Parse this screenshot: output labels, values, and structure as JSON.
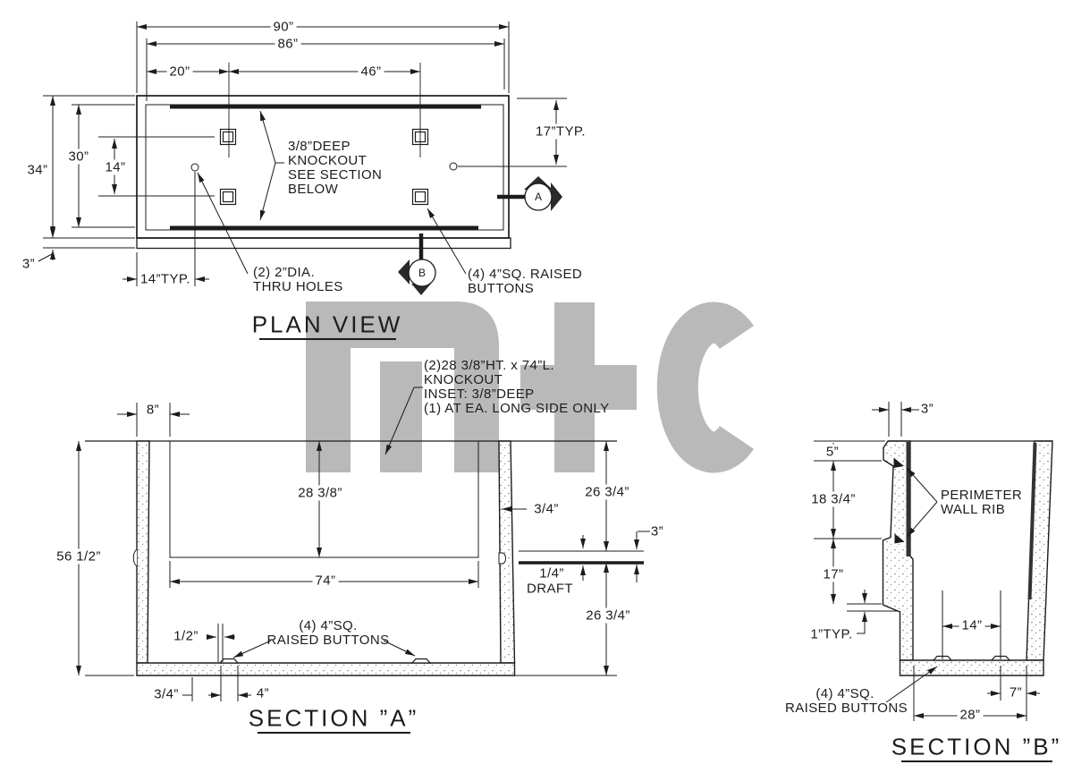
{
  "watermark": {
    "text": "mtc",
    "color": "#b9b9b9"
  },
  "plan": {
    "title": "PLAN VIEW",
    "dims": {
      "w90": "90”",
      "w86": "86”",
      "w20": "20”",
      "w46": "46”",
      "h17": "17”TYP.",
      "h34": "34”",
      "h30": "30”",
      "h14": "14”",
      "lip3": "3”",
      "typ14": "14”TYP."
    },
    "notes": {
      "knockout": [
        "3/8”DEEP",
        "KNOCKOUT",
        "SEE SECTION",
        "BELOW"
      ],
      "thru_holes": [
        "(2) 2”DIA.",
        "THRU HOLES"
      ],
      "buttons": [
        "(4) 4”SQ. RAISED",
        "BUTTONS"
      ]
    },
    "markers": {
      "a": "A",
      "b": "B"
    }
  },
  "section_a": {
    "title": "SECTION ”A”",
    "dims": {
      "wall8": "8”",
      "h56": "56 1/2”",
      "ko_h": "28 3/8”",
      "ko_w": "74”",
      "upper": "26 3/4”",
      "lower": "26 3/4”",
      "inset": "3/4”",
      "ledge3": "3”",
      "draft_v": "1/4”",
      "draft_l": "DRAFT",
      "half": "1/2”",
      "b34": "3/4”",
      "b4": "4”"
    },
    "notes": {
      "knockout": [
        "(2)28 3/8”HT. x 74”L.",
        "KNOCKOUT",
        "INSET: 3/8”DEEP",
        "(1) AT EA. LONG SIDE ONLY"
      ],
      "buttons": [
        "(4) 4”SQ.",
        "RAISED BUTTONS"
      ]
    }
  },
  "section_b": {
    "title": "SECTION ”B”",
    "dims": {
      "top3": "3”",
      "r5": "5”",
      "r18": "18 3/4”",
      "r17": "17”",
      "typ1": "1”TYP.",
      "b14": "14”",
      "b7": "7”",
      "b28": "28”"
    },
    "notes": {
      "rib": [
        "PERIMETER",
        "WALL RIB"
      ],
      "buttons": [
        "(4) 4”SQ.",
        "RAISED BUTTONS"
      ]
    }
  }
}
